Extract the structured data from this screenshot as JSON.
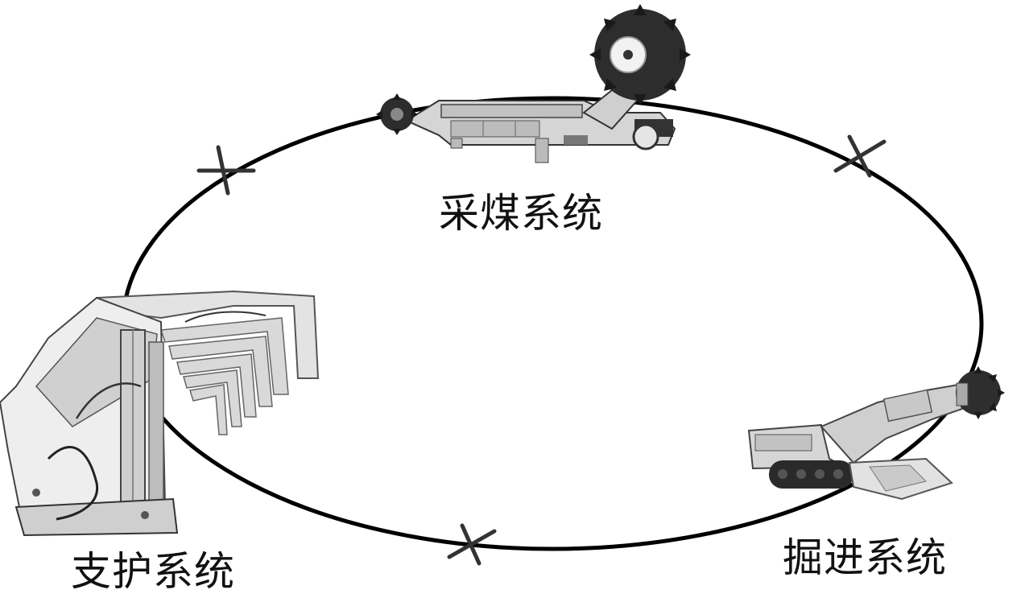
{
  "systems": {
    "mining": {
      "label": "采煤系统",
      "icon": "shearer-machine-icon"
    },
    "support": {
      "label": "支护系统",
      "icon": "hydraulic-support-icon"
    },
    "tunneling": {
      "label": "掘进系统",
      "icon": "roadheader-machine-icon"
    }
  },
  "links": [
    {
      "from": "support",
      "to": "mining",
      "state": "broken"
    },
    {
      "from": "mining",
      "to": "tunneling",
      "state": "broken"
    },
    {
      "from": "tunneling",
      "to": "support",
      "state": "broken"
    }
  ],
  "colors": {
    "line": "#000000",
    "cross": "#333333",
    "machine_light": "#d9d9d9",
    "machine_dark": "#3a3a3a"
  }
}
